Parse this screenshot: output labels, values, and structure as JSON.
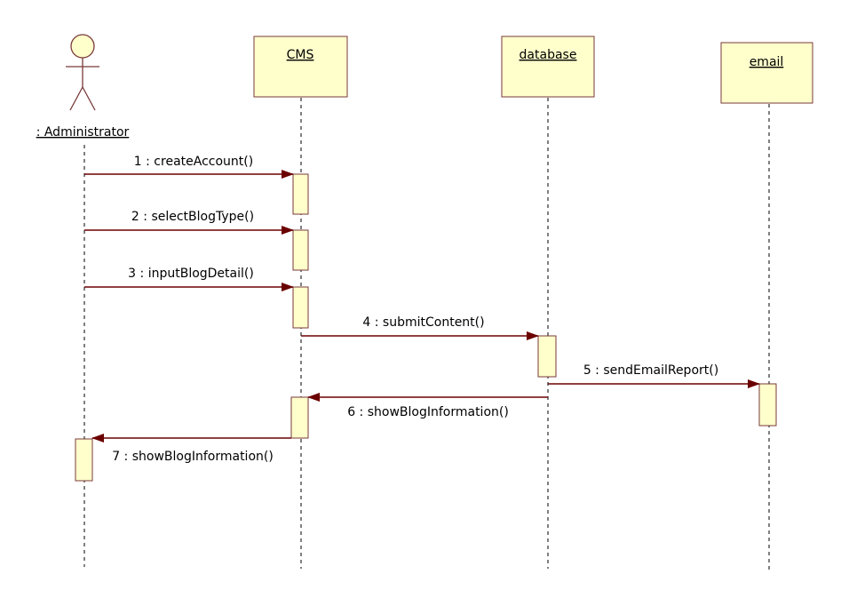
{
  "colors": {
    "object_fill": "#ffffcc",
    "object_border": "#7a3a3a",
    "activation_fill": "#ffffcc",
    "message": "#6b0000",
    "actor_stroke": "#7a3a3a",
    "actor_head_fill": "#ffffcc"
  },
  "actor": {
    "name": ": Administrator"
  },
  "objects": [
    {
      "name": "CMS"
    },
    {
      "name": "database"
    },
    {
      "name": "email"
    }
  ],
  "messages": [
    {
      "label": "1 : createAccount()"
    },
    {
      "label": "2 : selectBlogType()"
    },
    {
      "label": "3 : inputBlogDetail()"
    },
    {
      "label": "4 : submitContent()"
    },
    {
      "label": "5 : sendEmailReport()"
    },
    {
      "label": "6 : showBlogInformation()"
    },
    {
      "label": "7 : showBlogInformation()"
    }
  ]
}
